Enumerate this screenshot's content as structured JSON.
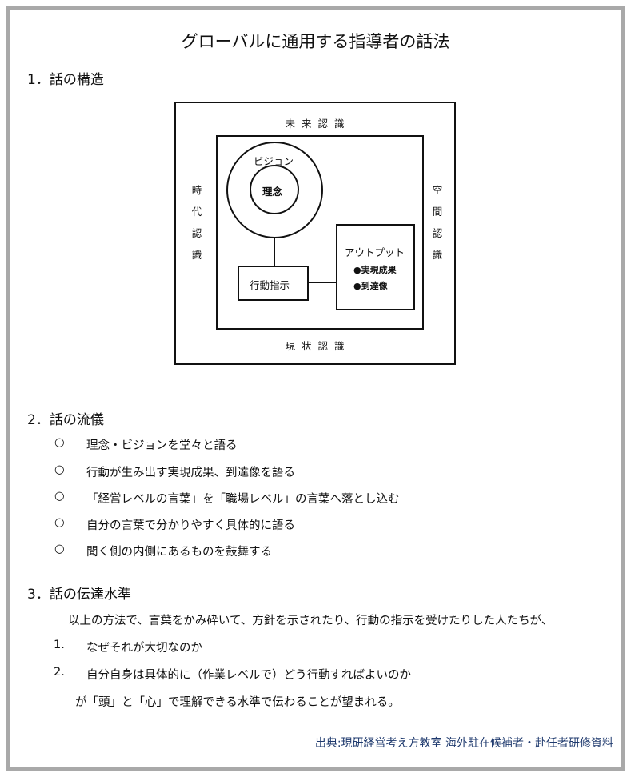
{
  "title": "グローバルに通用する指導者の話法",
  "sections": [
    {
      "heading": "1．話の構造"
    },
    {
      "heading": "2．話の流儀",
      "bullet": "○",
      "items": [
        "理念・ビジョンを堂々と語る",
        "行動が生み出す実現成果、到達像を語る",
        "「経営レベルの言葉」を「職場レベル」の言葉へ落とし込む",
        "自分の言葉で分かりやすく具体的に語る",
        "聞く側の内側にあるものを鼓舞する"
      ]
    },
    {
      "heading": "3．話の伝達水準",
      "intro": "以上の方法で、言葉をかみ砕いて、方針を示されたり、行動の指示を受けたりした人たちが、",
      "items": [
        {
          "num": "1.",
          "text": "なぜそれが大切なのか"
        },
        {
          "num": "2.",
          "text": "自分自身は具体的に（作業レベルで）どう行動すればよいのか"
        }
      ],
      "conclusion": "が「頭」と「心」で理解できる水準で伝わることが望まれる。"
    }
  ],
  "diagram": {
    "top": "未 来 認 識",
    "bottom": "現 状 認 識",
    "left": "時代認識",
    "right": "空間認識",
    "vision": "ビジョン",
    "philosophy": "理念",
    "action": "行動指示",
    "output": {
      "title": "アウトプット",
      "items": [
        "●実現成果",
        "●到達像"
      ]
    }
  },
  "credit": "出典:現研経営考え方教室  海外駐在候補者・赴任者研修資料"
}
